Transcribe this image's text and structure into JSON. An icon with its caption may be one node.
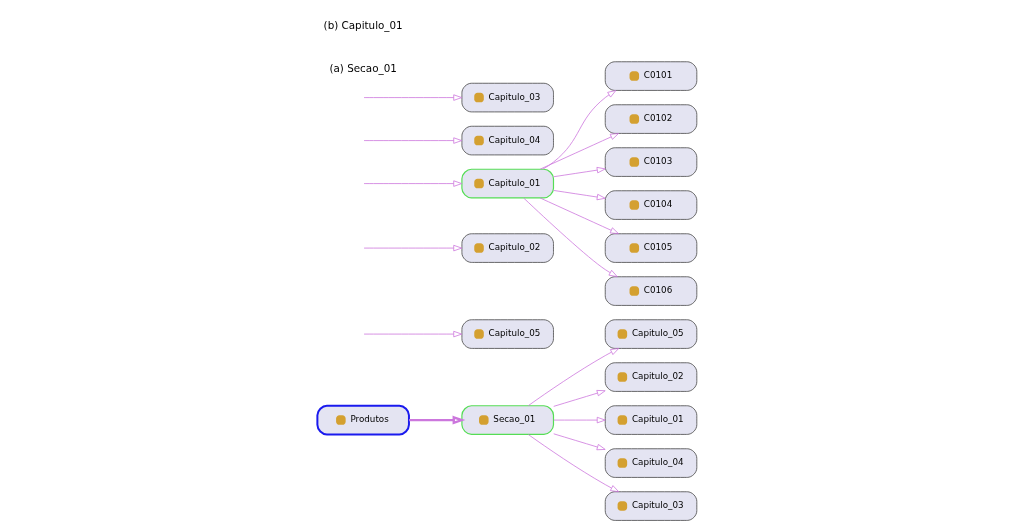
{
  "diagram": {
    "nodes": [
      {
        "text": [
          "Produtos"
        ]
      },
      {
        "text": [
          "Secao_01"
        ]
      },
      {
        "text": [
          "Capitulo_05"
        ]
      },
      {
        "text": [
          "Capitulo_02"
        ]
      },
      {
        "text": [
          "Capitulo_01"
        ]
      },
      {
        "text": [
          "Capitulo_04"
        ]
      },
      {
        "text": [
          "Capitulo_03"
        ]
      },
      {
        "text": [
          "Capitulo_05"
        ]
      },
      {
        "text": [
          "Capitulo_02"
        ]
      },
      {
        "text": [
          "Capitulo_01"
        ]
      },
      {
        "text": [
          "Capitulo_04"
        ]
      },
      {
        "text": [
          "Capitulo_03"
        ]
      },
      {
        "text": [
          "C0101"
        ]
      },
      {
        "text": [
          "C0102"
        ]
      },
      {
        "text": [
          "C0103"
        ]
      },
      {
        "text": [
          "C0104"
        ]
      },
      {
        "text": [
          "C0105"
        ]
      },
      {
        "text": [
          "C0106"
        ]
      }
    ],
    "edges": [
      {
        "from": 0,
        "to": 1,
        "arrow": "to",
        "style": "thick"
      },
      {
        "from": 1,
        "to": 2,
        "arrow": "to"
      },
      {
        "from": 1,
        "to": 3,
        "arrow": "to"
      },
      {
        "from": 1,
        "to": 4,
        "arrow": "to"
      },
      {
        "from": 1,
        "to": 5,
        "arrow": "to"
      },
      {
        "from": 1,
        "to": 6,
        "arrow": "to"
      },
      {
        "from": null,
        "to": 7,
        "arrow": "to"
      },
      {
        "from": null,
        "to": 8,
        "arrow": "to"
      },
      {
        "from": null,
        "to": 9,
        "arrow": "to"
      },
      {
        "from": null,
        "to": 10,
        "arrow": "to"
      },
      {
        "from": null,
        "to": 11,
        "arrow": "to"
      },
      {
        "from": 9,
        "to": 12,
        "arrow": "to"
      },
      {
        "from": 9,
        "to": 13,
        "arrow": "to"
      },
      {
        "from": 9,
        "to": 14,
        "arrow": "to"
      },
      {
        "from": 9,
        "to": 15,
        "arrow": "to"
      },
      {
        "from": 9,
        "to": 16,
        "arrow": "to"
      },
      {
        "from": 9,
        "to": 17,
        "arrow": "to"
      }
    ],
    "labels": [
      "(a) Secao_01",
      "(b) Capitulo_01"
    ]
  }
}
